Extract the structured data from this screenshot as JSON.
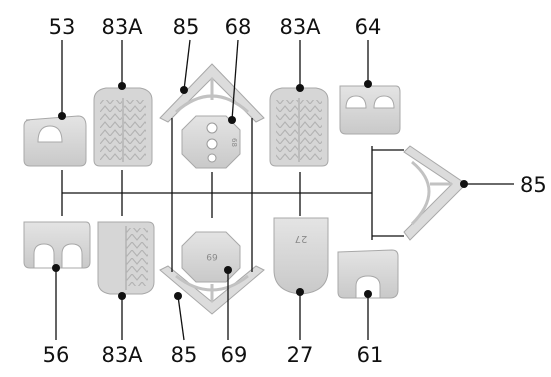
{
  "labels": {
    "top_53": "53",
    "top_83a_left": "83A",
    "top_85": "85",
    "top_68": "68",
    "top_83a_right": "83A",
    "top_64": "64",
    "right_85": "85",
    "bottom_56": "56",
    "bottom_83a": "83A",
    "bottom_85": "85",
    "bottom_69": "69",
    "bottom_27": "27",
    "bottom_61": "61"
  },
  "part_markings": {
    "part_68": "68",
    "part_69": "69",
    "part_27": "27"
  },
  "colors": {
    "part_fill": "#d9d9d9",
    "part_shade": "#c4c4c4",
    "part_edge": "#a8a8a8",
    "line": "#111111",
    "background": "#ffffff"
  }
}
